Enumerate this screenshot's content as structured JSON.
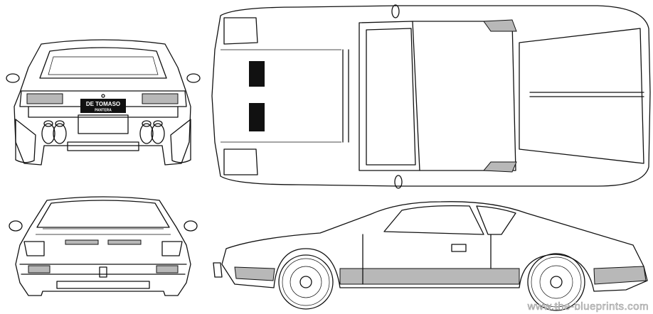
{
  "rear_view": {
    "plate_line1": "DE TOMASO",
    "plate_line2": "PANTERA"
  },
  "watermark": "www.the-blueprints.com",
  "colors": {
    "line": "#111111",
    "shade": "#b8b8b8",
    "background": "#ffffff"
  }
}
